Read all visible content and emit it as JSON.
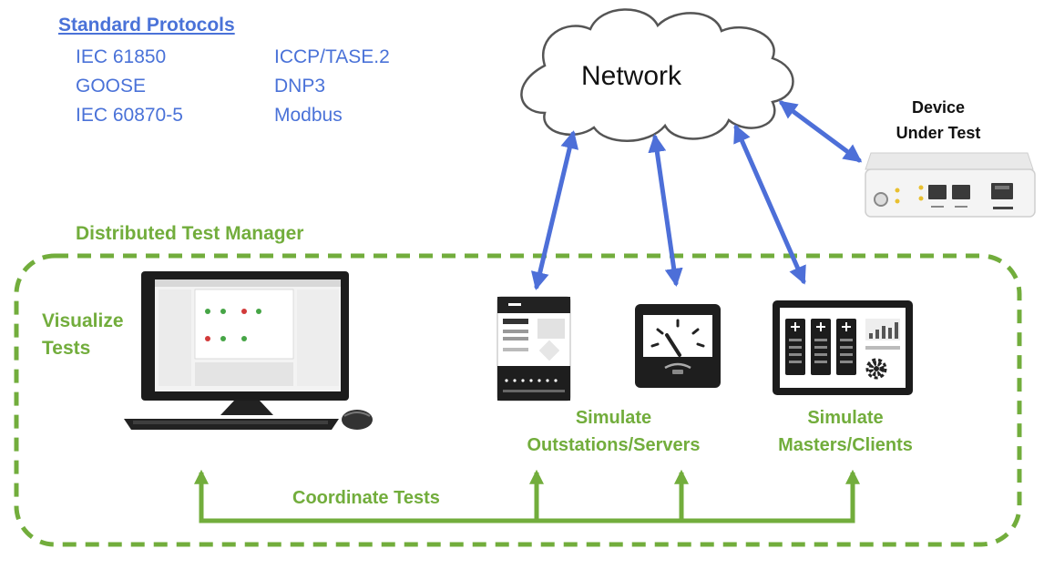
{
  "protocols": {
    "title": "Standard Protocols",
    "items": [
      "IEC 61850",
      "GOOSE",
      "IEC 60870-5",
      "ICCP/TASE.2",
      "DNP3",
      "Modbus"
    ]
  },
  "network_label": "Network",
  "dut_label": [
    "Device",
    "Under Test"
  ],
  "dtm_label": "Distributed Test Manager",
  "visualize_label": [
    "Visualize",
    "Tests"
  ],
  "outstation_label": [
    "Simulate",
    "Outstations/Servers"
  ],
  "masters_label": [
    "Simulate",
    "Masters/Clients"
  ],
  "coordinate_label": "Coordinate Tests",
  "colors": {
    "protocol_text": "#4a72d8",
    "accent_green": "#72ad3c",
    "arrow_blue": "#4d6fd8"
  },
  "icons": [
    "cloud-icon",
    "computer-icon",
    "server-device-icon",
    "meter-gauge-icon",
    "master-panel-icon",
    "device-hardware-icon",
    "gear-icon"
  ]
}
